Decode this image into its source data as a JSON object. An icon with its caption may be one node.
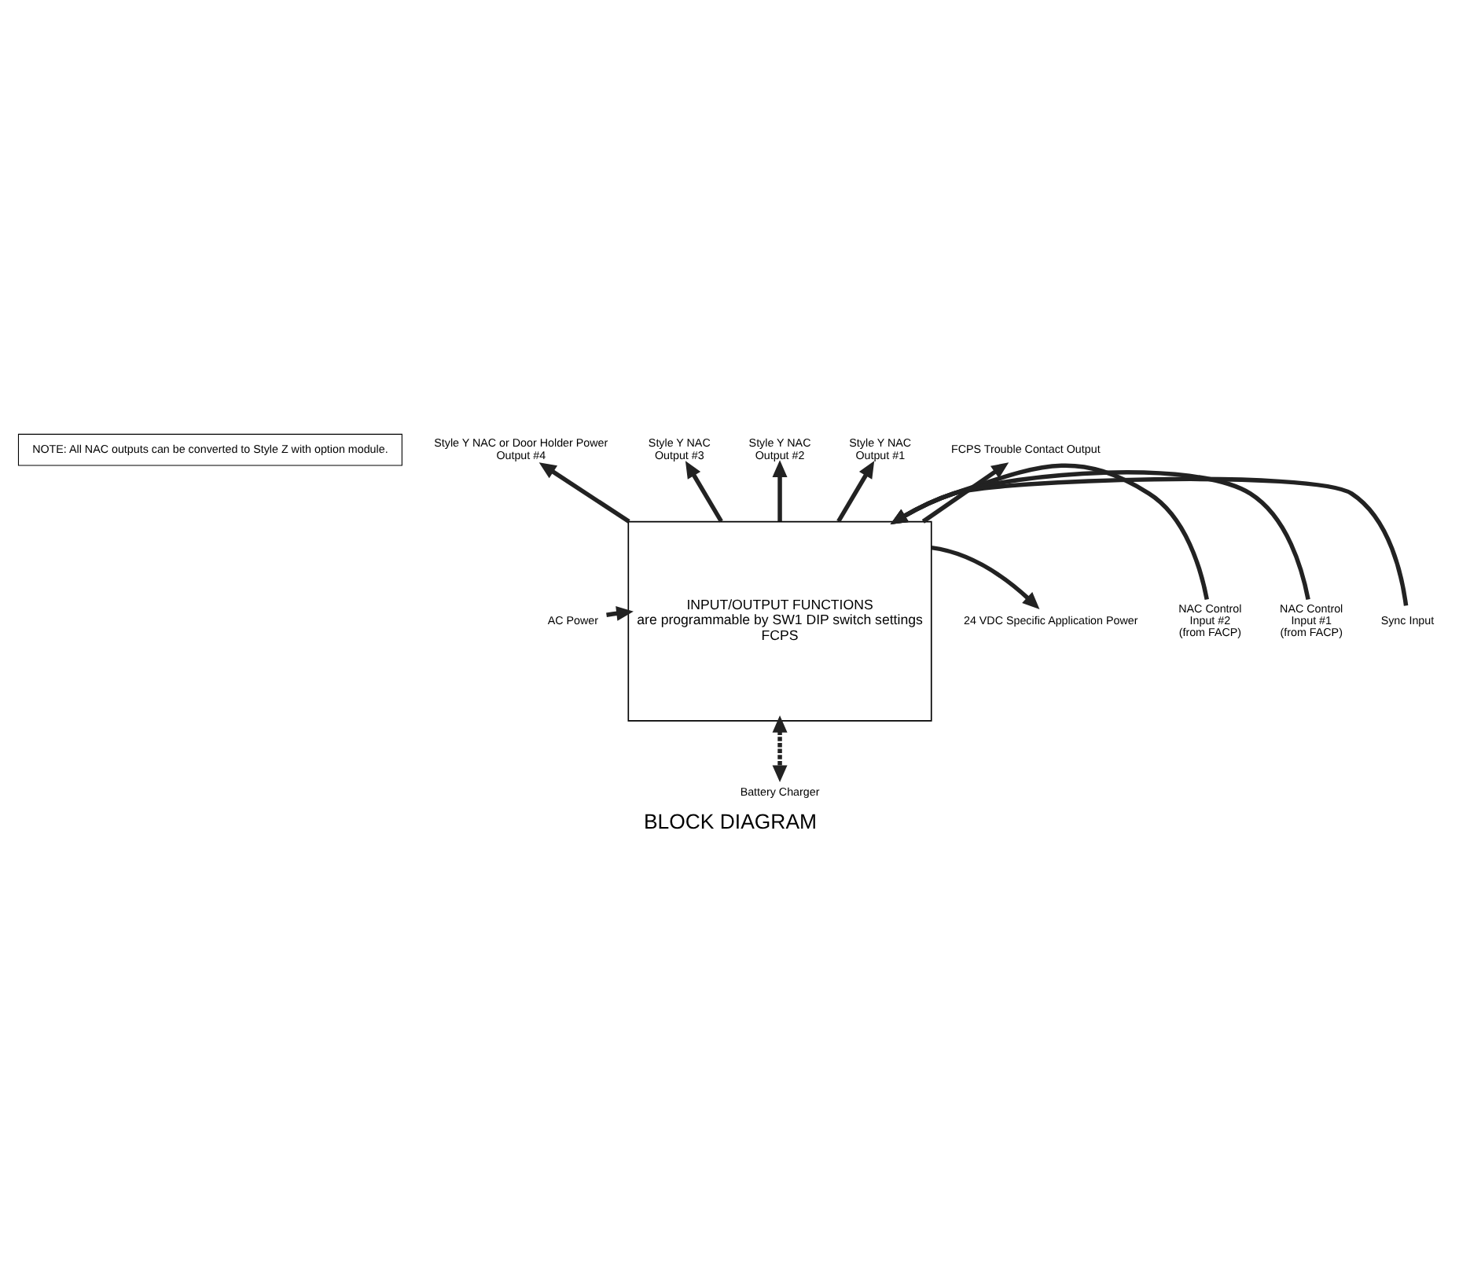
{
  "diagram": {
    "caption": "BLOCK DIAGRAM",
    "nodes": [
      {
        "text": [
          "INPUT/OUTPUT FUNCTIONS",
          "are programmable by SW1 DIP switch settings",
          "FCPS"
        ]
      },
      {
        "text": [
          "NOTE: All NAC outputs can be converted to Style Z with option module."
        ]
      },
      {
        "text": [
          "Style Y NAC or Door Holder Power",
          "Output #4"
        ]
      },
      {
        "text": [
          "Style Y NAC",
          "Output #3"
        ]
      },
      {
        "text": [
          "Style Y NAC",
          "Output #2"
        ]
      },
      {
        "text": [
          "Style Y NAC",
          "Output #1"
        ]
      },
      {
        "text": [
          "FCPS Trouble Contact Output"
        ]
      },
      {
        "text": [
          "24 VDC Specific Application Power"
        ]
      },
      {
        "text": [
          "AC Power"
        ]
      },
      {
        "text": [
          "NAC Control",
          "Input #2",
          "(from FACP)"
        ]
      },
      {
        "text": [
          "NAC Control",
          "Input #1",
          "(from FACP)"
        ]
      },
      {
        "text": [
          "Sync Input"
        ]
      },
      {
        "text": [
          "Battery Charger"
        ]
      }
    ],
    "edges": [
      {
        "from": 0,
        "to": 2,
        "arrow": "to"
      },
      {
        "from": 0,
        "to": 3,
        "arrow": "to"
      },
      {
        "from": 0,
        "to": 4,
        "arrow": "to"
      },
      {
        "from": 0,
        "to": 5,
        "arrow": "to"
      },
      {
        "from": 0,
        "to": 6,
        "arrow": "to"
      },
      {
        "from": 0,
        "to": 7,
        "arrow": "to"
      },
      {
        "from": 8,
        "to": 0,
        "arrow": "to"
      },
      {
        "from": 9,
        "to": 0,
        "arrow": "to"
      },
      {
        "from": 10,
        "to": 0,
        "arrow": "to"
      },
      {
        "from": 11,
        "to": 0,
        "arrow": "to"
      },
      {
        "from": 0,
        "to": 12,
        "arrow": "both",
        "style": "dashed"
      }
    ]
  }
}
